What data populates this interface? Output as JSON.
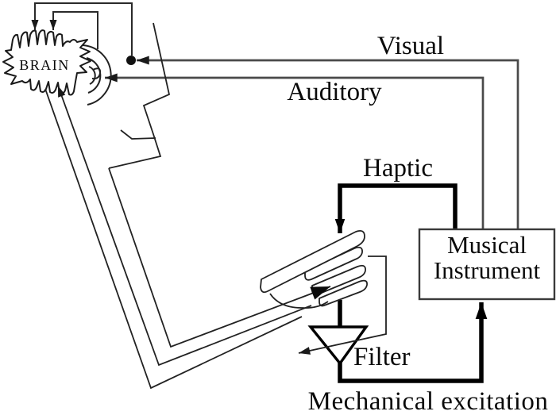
{
  "figure": {
    "labels": {
      "visual": "Visual",
      "auditory": "Auditory",
      "haptic": "Haptic",
      "filter": "Filter",
      "mechanical": "Mechanical excitation",
      "brain": "BRAIN"
    },
    "instrument_box": {
      "line1": "Musical",
      "line2": "Instrument"
    },
    "colors": {
      "background": "#ffffff",
      "ink": "#0a0a0a",
      "signal_line": "#4a4a4a",
      "outline": "#222222",
      "thick_path": "#000000"
    }
  }
}
